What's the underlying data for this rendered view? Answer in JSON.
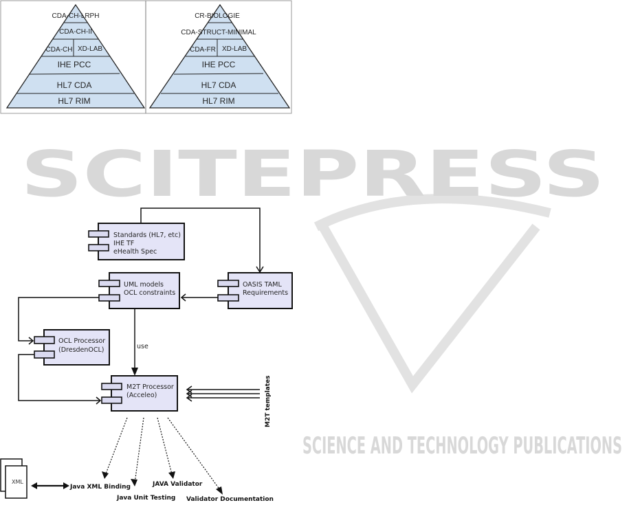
{
  "pyramids": [
    {
      "layers": [
        "CDA-CH-LRPH",
        "CDA-CH-II",
        "CDA-CH",
        "XD-LAB",
        "IHE PCC",
        "HL7 CDA",
        "HL7 RIM"
      ]
    },
    {
      "layers": [
        "CR-BIOLOGIE",
        "CDA-STRUCT-MINIMAL",
        "CDA-FR",
        "XD-LAB",
        "IHE PCC",
        "HL7 CDA",
        "HL7 RIM"
      ]
    }
  ],
  "components": {
    "standards": [
      "Standards (HL7, etc)",
      "IHE TF",
      "eHealth Spec"
    ],
    "uml": [
      "UML models",
      "OCL constraints"
    ],
    "oasis": [
      "OASIS TAML",
      "Requirements"
    ],
    "ocl": [
      "OCL Processor",
      "(DresdenOCL)"
    ],
    "m2t": [
      "M2T Processor",
      "(Acceleo)"
    ]
  },
  "labels": {
    "use": "use",
    "templates": "M2T templates",
    "xml": "XML"
  },
  "outputs": [
    "Java XML Binding",
    "Java Unit Testing",
    "JAVA Validator",
    "Validator Documentation"
  ],
  "watermark": {
    "title": "SCITEPRESS",
    "subtitle": "SCIENCE AND TECHNOLOGY PUBLICATIONS"
  },
  "colors": {
    "pyramid_fill": "#cfe0f1",
    "component_fill": "#e4e4f7"
  }
}
